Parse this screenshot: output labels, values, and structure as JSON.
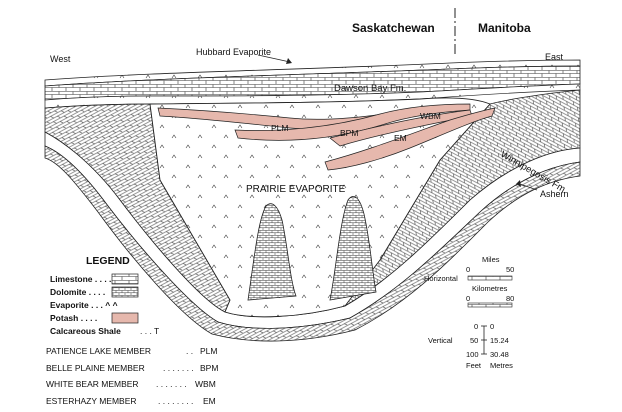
{
  "header": {
    "province_left": "Saskatchewan",
    "province_right": "Manitoba",
    "west": "West",
    "east": "East"
  },
  "units": {
    "hubbard": "Hubbard Evaporite",
    "dawson_bay": "Dawson Bay Fm.",
    "winnipegosis": "Winnipegosis Fm.",
    "prairie": "PRAIRIE EVAPORITE",
    "ashern": "Ashern",
    "plm": "PLM",
    "bpm": "BPM",
    "wbm": "WBM",
    "em": "EM"
  },
  "legend": {
    "title": "LEGEND",
    "limestone": "Limestone . . . .",
    "dolomite": "Dolomite . . . .",
    "evaporite": "Evaporite . . . ^  ^",
    "potash": "Potash . . . .",
    "calc_shale": "Calcareous Shale",
    "calc_shale_sym": ". . . T"
  },
  "members": [
    {
      "name": "PATIENCE LAKE MEMBER",
      "dots": ". .",
      "code": "PLM"
    },
    {
      "name": "BELLE PLAINE MEMBER",
      "dots": ". . . . . . .",
      "code": "BPM"
    },
    {
      "name": "WHITE BEAR MEMBER",
      "dots": ". . . . . . .",
      "code": "WBM"
    },
    {
      "name": "ESTERHAZY MEMBER",
      "dots": ". . . . . . . .",
      "code": "EM"
    }
  ],
  "scale": {
    "horizontal": "Horizontal",
    "miles": "Miles",
    "km": "Kilometres",
    "h_miles_0": "0",
    "h_miles_50": "50",
    "h_km_0": "0",
    "h_km_80": "80",
    "vertical": "Vertical",
    "feet": "Feet",
    "metres": "Metres",
    "v_0a": "0",
    "v_0b": "0",
    "v_50": "50",
    "v_15": "15.24",
    "v_100": "100",
    "v_30": "30.48"
  },
  "colors": {
    "potash": "#e6b8ad",
    "line": "#222222"
  }
}
